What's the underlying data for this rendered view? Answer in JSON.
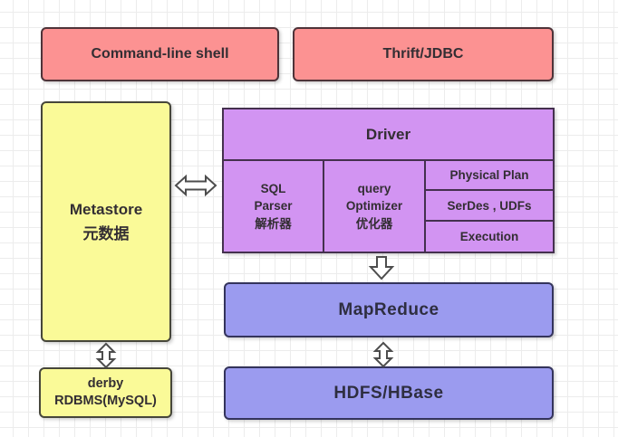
{
  "palette": {
    "pink_fill": "#fc9292",
    "pink_border": "#4e3339",
    "yellow_fill": "#fafa98",
    "yellow_border": "#46463a",
    "purple_fill": "#d294f2",
    "purple_border": "#44304e",
    "blue_fill": "#9b9bef",
    "blue_border": "#34345c",
    "arrow_stroke": "#4d4d4d",
    "grid_line": "#ececec",
    "background": "#ffffff",
    "text": "#332e33"
  },
  "nodes": {
    "command_line_shell": {
      "label": "Command-line shell"
    },
    "thrift_jdbc": {
      "label": "Thrift/JDBC"
    },
    "metastore": {
      "line1": "Metastore",
      "line2": "元数据"
    },
    "driver": {
      "title": "Driver",
      "sql_parser": {
        "line1": "SQL",
        "line2": "Parser",
        "line3": "解析器"
      },
      "query_optimizer": {
        "line1": "query",
        "line2": "Optimizer",
        "line3": "优化器"
      },
      "physical_plan": {
        "label": "Physical Plan"
      },
      "serdes_udfs": {
        "label": "SerDes , UDFs"
      },
      "execution": {
        "label": "Execution"
      }
    },
    "mapreduce": {
      "label": "MapReduce"
    },
    "hdfs_hbase": {
      "label": "HDFS/HBase"
    },
    "derby_rdbms": {
      "line1": "derby",
      "line2": "RDBMS(MySQL)"
    }
  },
  "connectors": [
    {
      "name": "metastore-driver",
      "type": "double-arrow-horizontal"
    },
    {
      "name": "driver-mapreduce",
      "type": "arrow-down"
    },
    {
      "name": "mapreduce-hdfs",
      "type": "double-arrow-vertical"
    },
    {
      "name": "metastore-derby",
      "type": "double-arrow-vertical"
    }
  ]
}
